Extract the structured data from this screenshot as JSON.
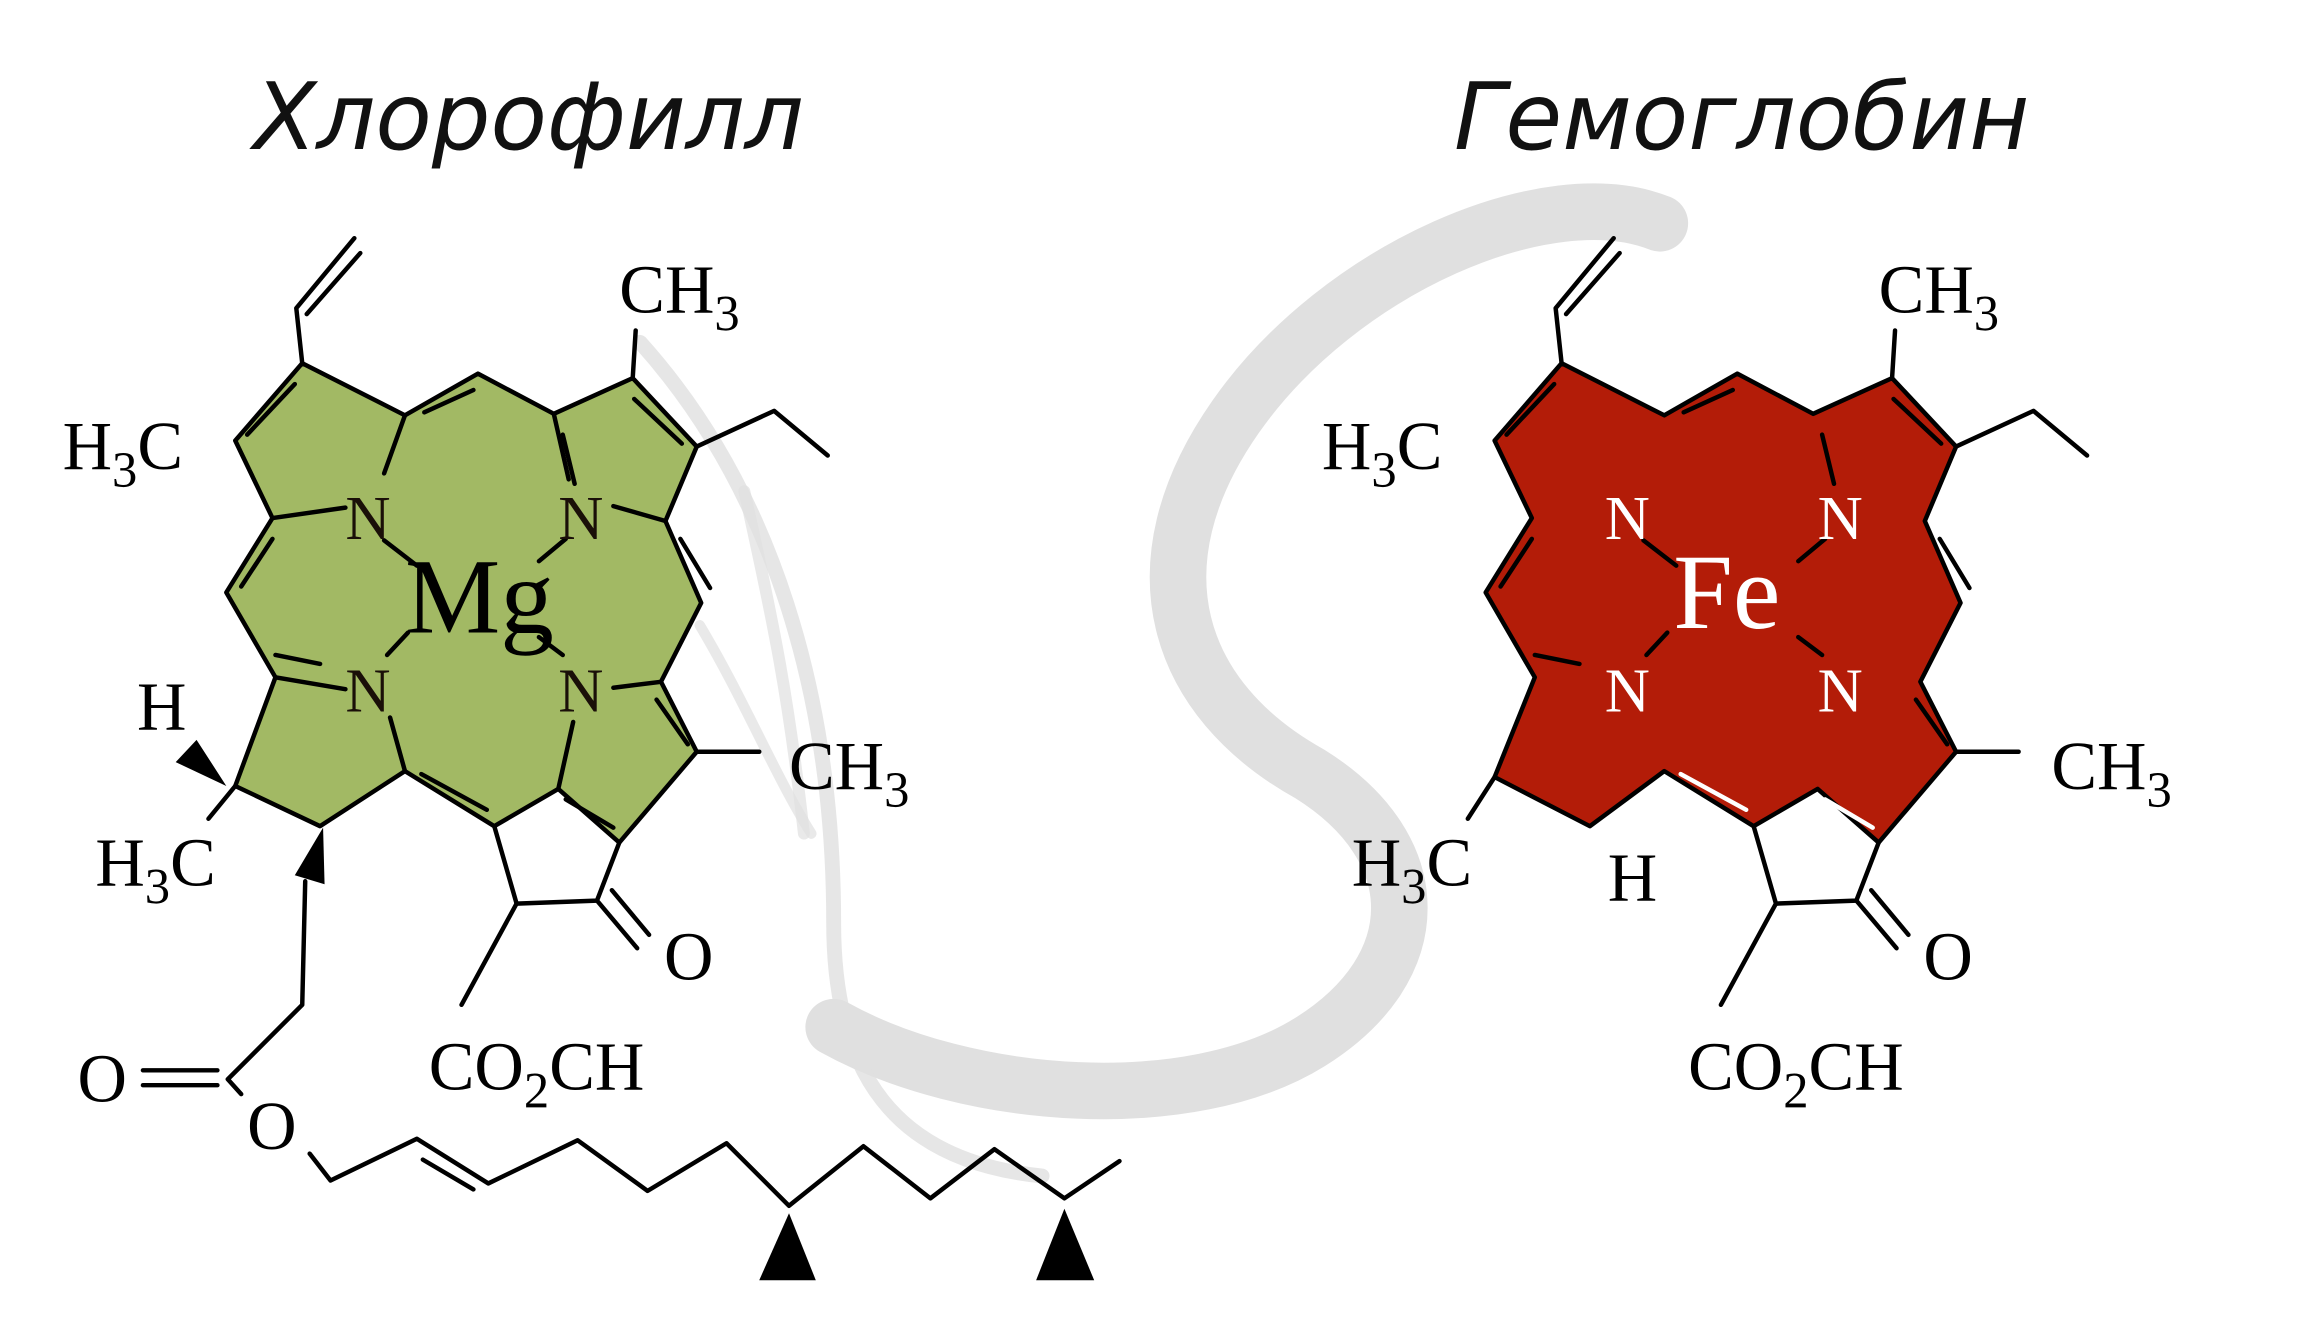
{
  "titles": {
    "left": "Хлорофилл",
    "right": "Гемоглобин"
  },
  "colors": {
    "chlorophyll_fill": "#a2b964",
    "hemoglobin_fill": "#b31c08",
    "watermark": "#e2e2e2"
  },
  "chlorophyll": {
    "metal": "Mg",
    "nitrogen": "N",
    "ch3_top": {
      "main": "CH",
      "sub": "3"
    },
    "h3c_left": {
      "main": "H",
      "sub": "3",
      "tail": "C"
    },
    "h_label": "H",
    "h3c_bottom": {
      "main": "H",
      "sub": "3",
      "tail": "C"
    },
    "ch3_right": {
      "main": "CH",
      "sub": "3"
    },
    "ketone_o": "O",
    "ester": {
      "main": "CO",
      "sub": "2",
      "tail": "CH"
    },
    "carbonyl_o": "O",
    "ester_o": "O"
  },
  "hemoglobin": {
    "metal": "Fe",
    "nitrogen": "N",
    "ch3_top": {
      "main": "CH",
      "sub": "3"
    },
    "h3c_left": {
      "main": "H",
      "sub": "3",
      "tail": "C"
    },
    "h3c_bottom": {
      "main": "H",
      "sub": "3",
      "tail": "C"
    },
    "h_label": "H",
    "ch3_right": {
      "main": "CH",
      "sub": "3"
    },
    "ketone_o": "O",
    "ester": {
      "main": "CO",
      "sub": "2",
      "tail": "CH"
    }
  }
}
